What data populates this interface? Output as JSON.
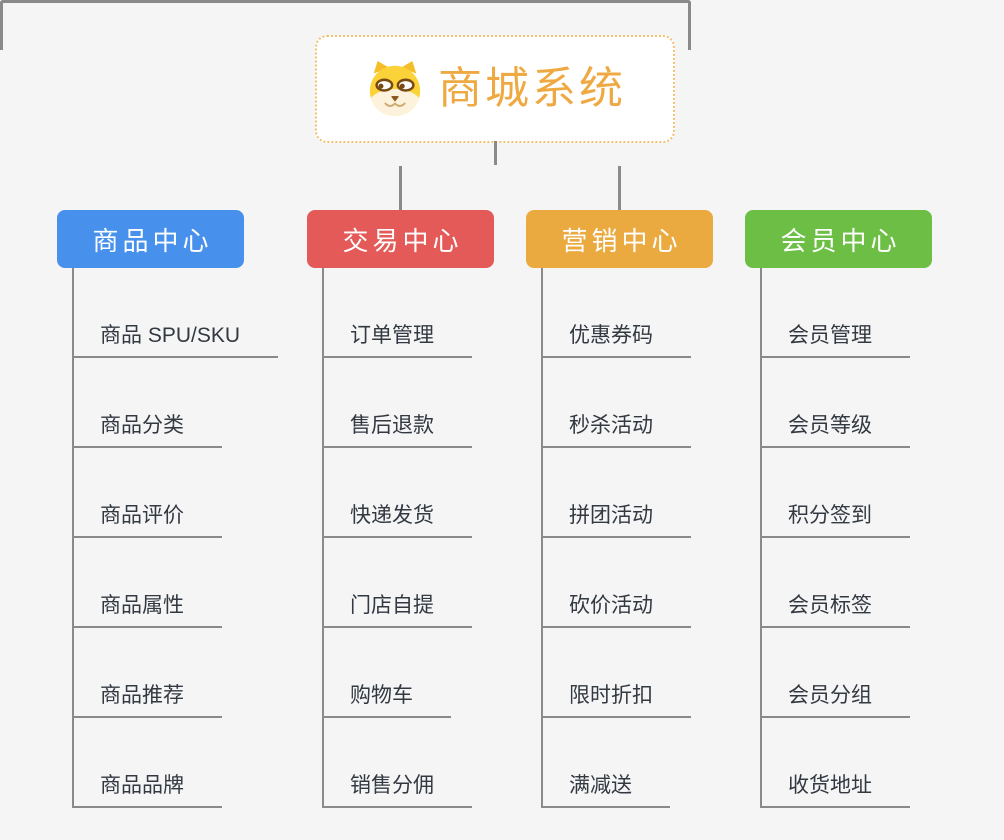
{
  "root": {
    "title": "商城系统",
    "icon": "shiba-dog-face"
  },
  "colors": {
    "root_title": "#efa943",
    "root_border": "#f2c06d",
    "connector": "#8a8a8a",
    "leaf_text": "#333940",
    "background": "#f5f5f6",
    "branch_product": "#4791ec",
    "branch_trade": "#e35a58",
    "branch_marketing": "#ebaa40",
    "branch_member": "#6dbe45"
  },
  "branches": [
    {
      "label": "商品中心",
      "color": "#4791ec",
      "items": [
        "商品 SPU/SKU",
        "商品分类",
        "商品评价",
        "商品属性",
        "商品推荐",
        "商品品牌"
      ]
    },
    {
      "label": "交易中心",
      "color": "#e35a58",
      "items": [
        "订单管理",
        "售后退款",
        "快递发货",
        "门店自提",
        "购物车",
        "销售分佣"
      ]
    },
    {
      "label": "营销中心",
      "color": "#ebaa40",
      "items": [
        "优惠券码",
        "秒杀活动",
        "拼团活动",
        "砍价活动",
        "限时折扣",
        "满减送"
      ]
    },
    {
      "label": "会员中心",
      "color": "#6dbe45",
      "items": [
        "会员管理",
        "会员等级",
        "积分签到",
        "会员标签",
        "会员分组",
        "收货地址"
      ]
    }
  ]
}
